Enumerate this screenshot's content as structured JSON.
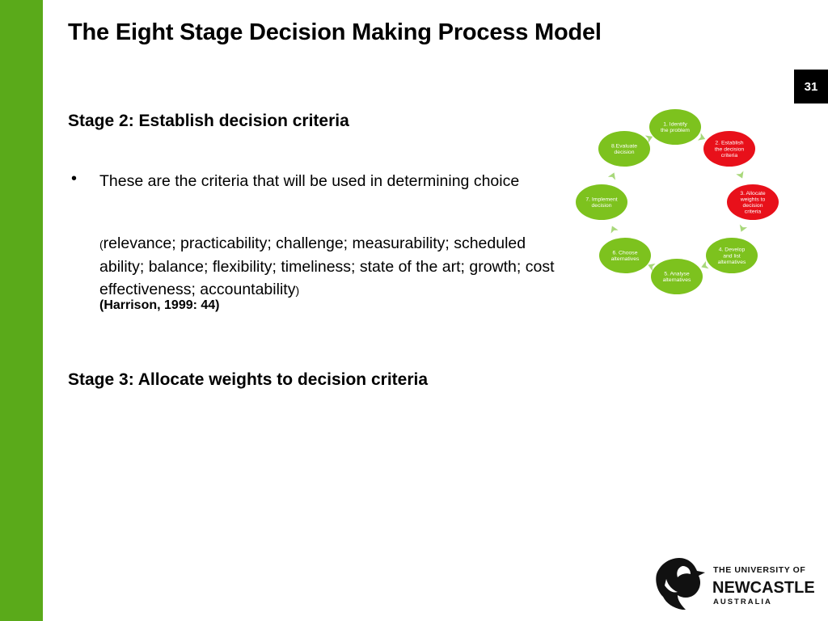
{
  "slide": {
    "title": "The Eight Stage Decision Making Process Model",
    "page_number": "31"
  },
  "stage2": {
    "heading": "Stage 2: Establish decision criteria",
    "bullet_symbol": "•",
    "bullet_text": "These are the criteria that will be used in determining choice",
    "open_paren": "(",
    "criteria_text": "relevance; practicability; challenge; measurability; scheduled ability; balance; flexibility; timeliness; state of the art; growth; cost effectiveness; accountability",
    "close_paren": ")",
    "citation": "(Harrison, 1999: 44)"
  },
  "stage3": {
    "heading": "Stage 3: Allocate weights to decision criteria"
  },
  "cycle_diagram": {
    "nodes": [
      {
        "lines": [
          "1. Identify",
          "the problem"
        ],
        "color": "#7dc21e"
      },
      {
        "lines": [
          "2. Establish",
          "the decision",
          "criteria"
        ],
        "color": "#e8101a"
      },
      {
        "lines": [
          "3. Allocate",
          "weights to",
          "decision",
          "criteria"
        ],
        "color": "#e8101a"
      },
      {
        "lines": [
          "4. Develop",
          "and list",
          "alternatives"
        ],
        "color": "#7dc21e"
      },
      {
        "lines": [
          "5. Analyse",
          "alternatives"
        ],
        "color": "#7dc21e"
      },
      {
        "lines": [
          "6. Choose",
          "alternatives"
        ],
        "color": "#7dc21e"
      },
      {
        "lines": [
          "7. Implement",
          "decision"
        ],
        "color": "#7dc21e"
      },
      {
        "lines": [
          "8.Evaluate",
          "decision"
        ],
        "color": "#7dc21e"
      }
    ],
    "arrow_color": "#a8d87a"
  },
  "logo": {
    "line1": "THE UNIVERSITY OF",
    "line2": "NEWCASTLE",
    "line3": "AUSTRALIA"
  },
  "colors": {
    "sidebar": "#5aaa1a",
    "node_green": "#7dc21e",
    "node_red": "#e8101a"
  }
}
